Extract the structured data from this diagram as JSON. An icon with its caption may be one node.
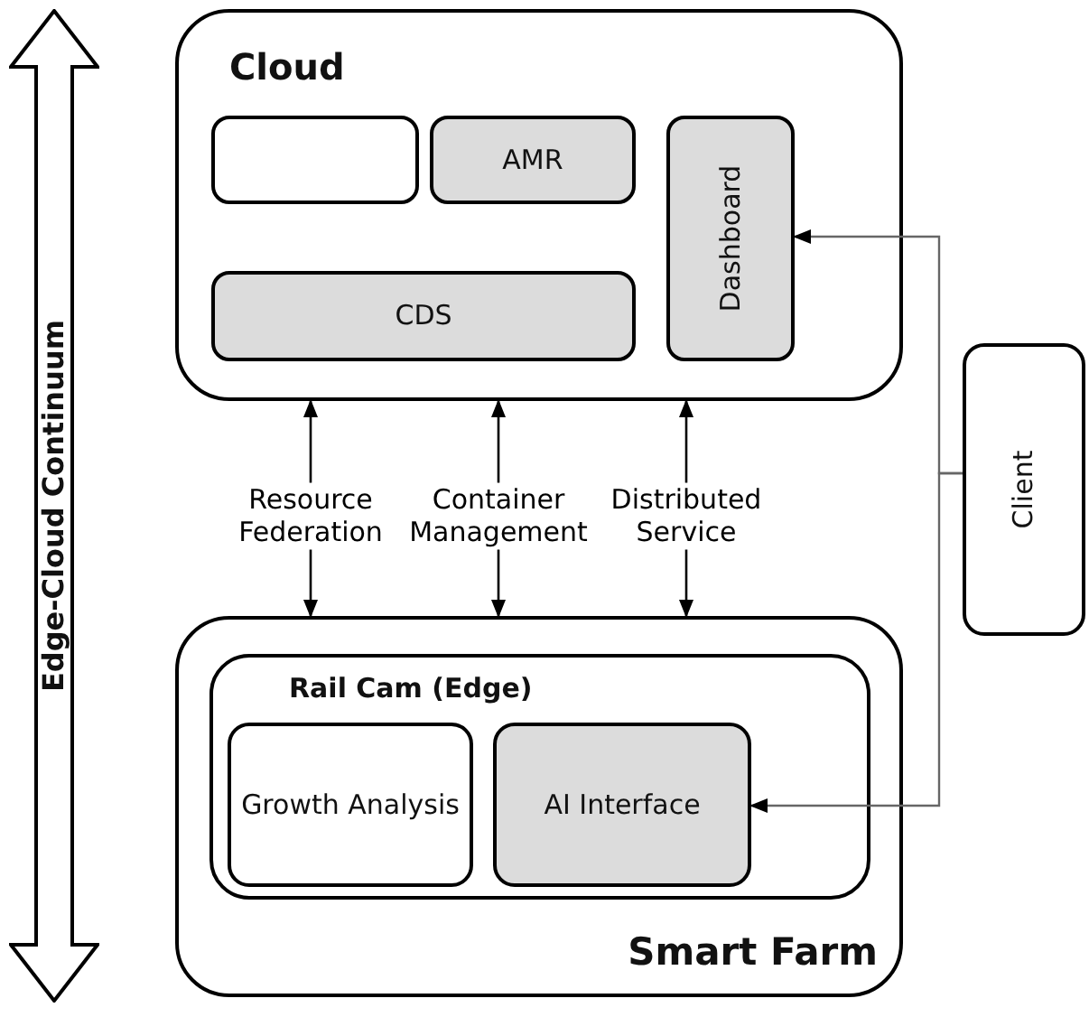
{
  "diagram": {
    "nodes": [
      {
        "text": [
          "Cloud"
        ]
      },
      {
        "text": [],
        "shape": "box",
        "in": 0
      },
      {
        "text": [
          "AMR"
        ],
        "in": 0
      },
      {
        "text": [
          "Dashboard"
        ],
        "in": 0
      },
      {
        "text": [
          "CDS"
        ],
        "in": 0
      },
      {
        "text": [
          "Smart Farm"
        ]
      },
      {
        "text": [
          "Rail Cam (Edge)"
        ],
        "in": 5
      },
      {
        "text": [
          "Growth Analysis"
        ],
        "in": 6
      },
      {
        "text": [
          "AI Interface"
        ],
        "in": 6
      },
      {
        "text": [
          "Client"
        ]
      },
      {
        "text": [
          "Edge-Cloud Continuum"
        ]
      }
    ],
    "edges": [
      {
        "from": 5,
        "to": 0,
        "arrow": "both",
        "label": "Resource Federation"
      },
      {
        "from": 5,
        "to": 0,
        "arrow": "both",
        "label": "Container Management"
      },
      {
        "from": 5,
        "to": 0,
        "arrow": "both",
        "label": "Distributed Service"
      },
      {
        "from": 9,
        "to": 3,
        "arrow": "to",
        "color": "#666666"
      },
      {
        "from": 9,
        "to": 8,
        "arrow": "to",
        "color": "#666666"
      }
    ]
  }
}
